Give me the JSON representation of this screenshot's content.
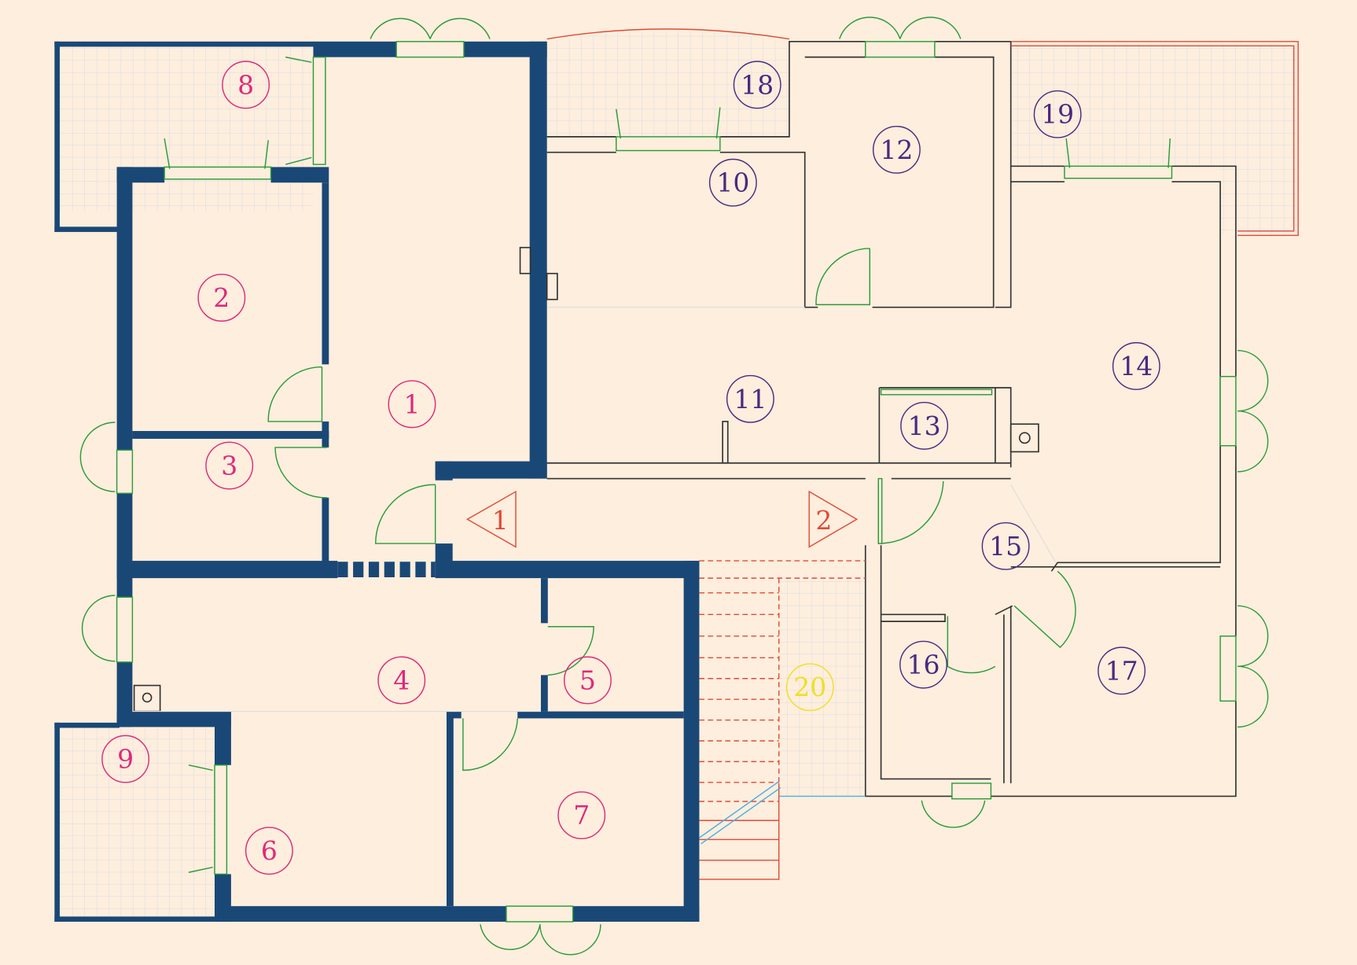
{
  "colors": {
    "wall": "#1a4876",
    "left_labels": "#e0287a",
    "right_labels": "#4a2a80",
    "stair_label": "#f0e020",
    "door": "#2a9a3a",
    "accent_red": "#e04a3a"
  },
  "rooms": [
    {
      "id": "1",
      "color": "pink"
    },
    {
      "id": "2",
      "color": "pink"
    },
    {
      "id": "3",
      "color": "pink"
    },
    {
      "id": "4",
      "color": "pink"
    },
    {
      "id": "5",
      "color": "pink"
    },
    {
      "id": "6",
      "color": "pink"
    },
    {
      "id": "7",
      "color": "pink"
    },
    {
      "id": "8",
      "color": "pink"
    },
    {
      "id": "9",
      "color": "pink"
    },
    {
      "id": "10",
      "color": "purple"
    },
    {
      "id": "11",
      "color": "purple"
    },
    {
      "id": "12",
      "color": "purple"
    },
    {
      "id": "13",
      "color": "purple"
    },
    {
      "id": "14",
      "color": "purple"
    },
    {
      "id": "15",
      "color": "purple"
    },
    {
      "id": "16",
      "color": "purple"
    },
    {
      "id": "17",
      "color": "purple"
    },
    {
      "id": "18",
      "color": "purple"
    },
    {
      "id": "19",
      "color": "purple"
    },
    {
      "id": "20",
      "color": "yellow"
    }
  ],
  "section_markers": [
    {
      "id": "1",
      "direction": "left"
    },
    {
      "id": "2",
      "direction": "right"
    }
  ]
}
